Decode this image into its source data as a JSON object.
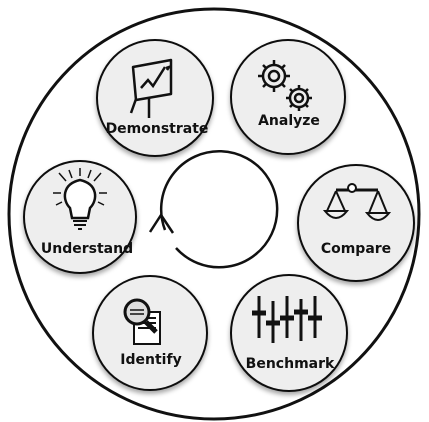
{
  "diagram": {
    "type": "cycle",
    "colors": {
      "background": "#ffffff",
      "outer_fill": "#ffffff",
      "node_fill": "#eeeeee",
      "stroke": "#111111"
    },
    "center": {
      "icon": "cycle-arrow-icon"
    },
    "nodes": [
      {
        "id": "demonstrate",
        "label": "Demonstrate",
        "icon": "presentation-chart-icon"
      },
      {
        "id": "analyze",
        "label": "Analyze",
        "icon": "gears-icon"
      },
      {
        "id": "compare",
        "label": "Compare",
        "icon": "balance-scale-icon"
      },
      {
        "id": "benchmark",
        "label": "Benchmark",
        "icon": "sliders-icon"
      },
      {
        "id": "identify",
        "label": "Identify",
        "icon": "magnifier-document-icon"
      },
      {
        "id": "understand",
        "label": "Understand",
        "icon": "lightbulb-icon"
      }
    ]
  }
}
